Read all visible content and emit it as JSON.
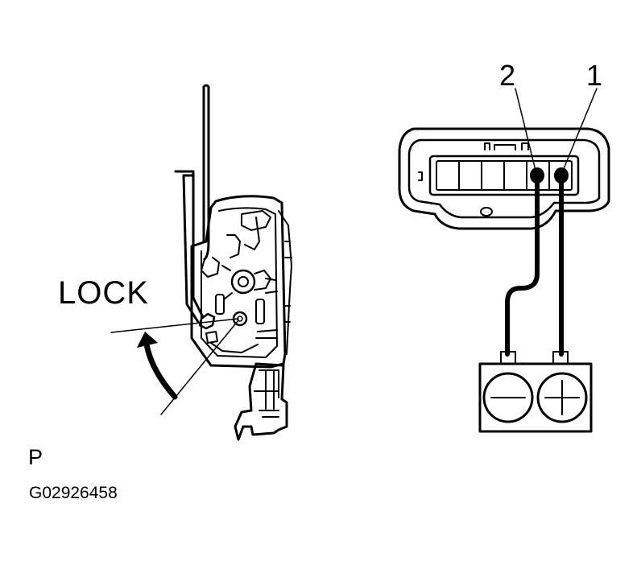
{
  "labels": {
    "lock": "LOCK",
    "pin_2": "2",
    "pin_1": "1",
    "view": "P",
    "figure_code": "G02926458"
  },
  "battery": {
    "negative_symbol": "−",
    "positive_symbol": "+"
  },
  "colors": {
    "ink": "#000000",
    "background": "#ffffff"
  }
}
